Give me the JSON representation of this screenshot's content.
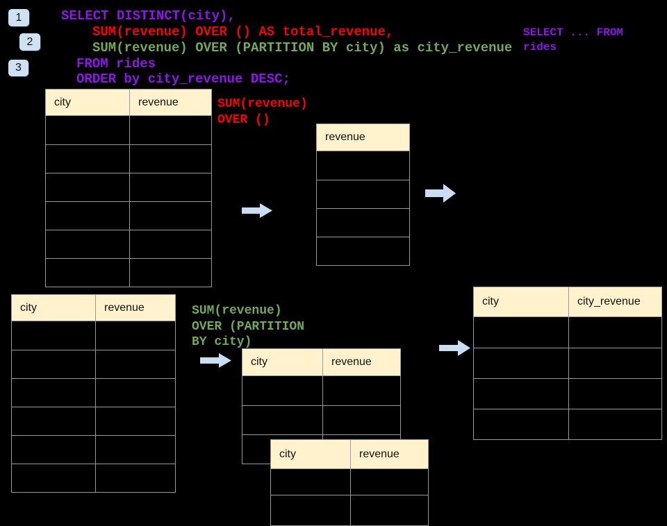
{
  "title_context": "SQL window functions diagram",
  "colors": {
    "background": "#000000",
    "purple": "#8E17E8",
    "red": "#F40404",
    "green": "#74A85A",
    "badge_blue": "#CFE2F3",
    "arrow_blue": "#C9DDF3",
    "table_header_fill": "#FFF2CC",
    "table_border": "#999999"
  },
  "badges": [
    {
      "label": "1"
    },
    {
      "label": "2"
    },
    {
      "label": "3"
    }
  ],
  "sql_code": {
    "lines": [
      {
        "text": "SELECT DISTINCT(city),",
        "color": "purple"
      },
      {
        "text": "SUM(revenue) OVER () AS total_revenue,",
        "color": "red"
      },
      {
        "text": "SUM(revenue) OVER (PARTITION BY city) as city_revenue",
        "color": "green"
      },
      {
        "text": "FROM rides",
        "color": "purple"
      },
      {
        "text": "ORDER by city_revenue DESC;",
        "color": "purple"
      }
    ]
  },
  "annotations": {
    "from_rides": {
      "line1": "SELECT ... FROM",
      "line2": "rides"
    },
    "total_revenue_label": {
      "line1": "SUM(revenue)",
      "line2": "OVER ()"
    },
    "partition_label": {
      "line1": "SUM(revenue)",
      "line2": "OVER (PARTITION",
      "line3": "BY city)"
    }
  },
  "tables": {
    "source_top": {
      "columns": [
        "city",
        "revenue"
      ],
      "row_count": 6,
      "cells": []
    },
    "total_revenue": {
      "columns": [
        "revenue"
      ],
      "row_count": 4,
      "cells": []
    },
    "source_bottom": {
      "columns": [
        "city",
        "revenue"
      ],
      "row_count": 6,
      "cells": []
    },
    "partition_mid": {
      "columns": [
        "city",
        "revenue"
      ],
      "row_count": 3,
      "cells": []
    },
    "partition_front": {
      "columns": [
        "city",
        "revenue"
      ],
      "row_count": 2,
      "cells": []
    },
    "city_revenue_result": {
      "columns": [
        "city",
        "city_revenue"
      ],
      "row_count": 4,
      "cells": []
    }
  },
  "icons": {
    "arrow": "arrow-right-icon"
  }
}
